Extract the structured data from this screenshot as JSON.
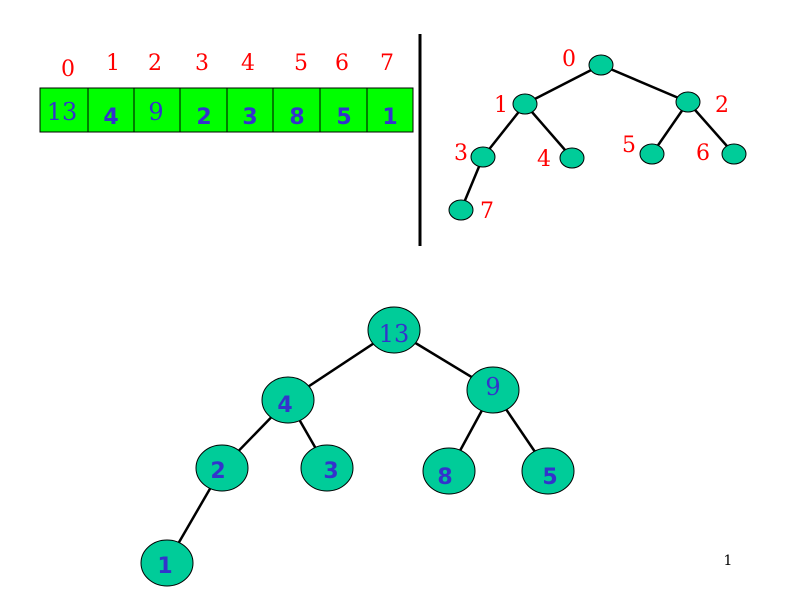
{
  "array": {
    "indices": [
      "0",
      "1",
      "2",
      "3",
      "4",
      "5",
      "6",
      "7"
    ],
    "cells": [
      {
        "value": "13",
        "style": "serif"
      },
      {
        "value": "4",
        "style": "bold"
      },
      {
        "value": "9",
        "style": "serif"
      },
      {
        "value": "2",
        "style": "bold"
      },
      {
        "value": "3",
        "style": "bold"
      },
      {
        "value": "8",
        "style": "bold"
      },
      {
        "value": "5",
        "style": "bold"
      },
      {
        "value": "1",
        "style": "bold"
      }
    ]
  },
  "index_tree": {
    "labels": [
      "0",
      "1",
      "2",
      "3",
      "4",
      "5",
      "6",
      "7"
    ]
  },
  "heap_tree": {
    "values": [
      "13",
      "4",
      "9",
      "2",
      "3",
      "8",
      "5",
      "1"
    ]
  },
  "page_number": "1",
  "colors": {
    "index_text": "#ff0000",
    "cell_fill": "#00ff00",
    "node_fill": "#00cc99",
    "value_text": "#3333cc"
  }
}
